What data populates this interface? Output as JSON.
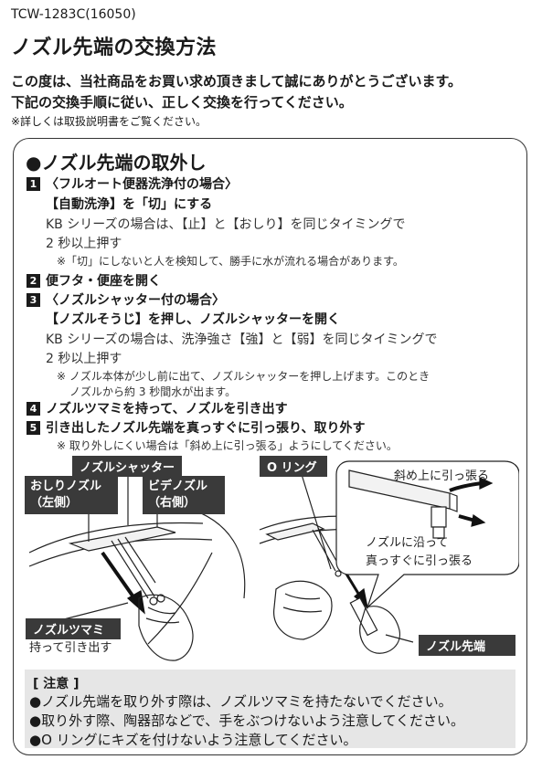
{
  "header": {
    "model": "TCW-1283C(16050)",
    "title": "ノズル先端の交換方法",
    "intro_line1": "この度は、当社商品をお買い求め頂きまして誠にありがとうございます。",
    "intro_line2": "下記の交換手順に従い、正しく交換を行ってください。",
    "intro_note": "※詳しくは取扱説明書をご覧ください。"
  },
  "section": {
    "title": "●ノズル先端の取外し",
    "steps": [
      {
        "number": "1",
        "lines": [
          "〈フルオート便器洗浄付の場合〉",
          "【自動洗浄】を「切」にする"
        ],
        "body": [
          "KB シリーズの場合は、【止】と【おしり】を同じタイミングで",
          "2 秒以上押す"
        ],
        "note": "※「切」にしないと人を検知して、勝手に水が流れる場合があります。"
      },
      {
        "number": "2",
        "lines": [
          "便フタ・便座を開く"
        ]
      },
      {
        "number": "3",
        "lines": [
          "〈ノズルシャッター付の場合〉",
          "【ノズルそうじ】を押し、ノズルシャッターを開く"
        ],
        "body": [
          "KB シリーズの場合は、洗浄強さ【強】と【弱】を同じタイミングで",
          "2 秒以上押す"
        ],
        "note_lines": [
          "※ ノズル本体が少し前に出て、ノズルシャッターを押し上げます。このとき",
          "ノズルから約 3 秒間水が出ます。"
        ]
      },
      {
        "number": "4",
        "lines": [
          "ノズルツマミを持って、ノズルを引き出す"
        ]
      },
      {
        "number": "5",
        "lines": [
          "引き出したノズル先端を真っすぐに引っ張り、取り外す"
        ],
        "note": "※ 取り外しにくい場合は「斜め上に引っ張る」ようにしてください。"
      }
    ]
  },
  "figure": {
    "labels": {
      "nozzle_shutter": "ノズルシャッター",
      "oshiri_nozzle_1": "おしりノズル",
      "oshiri_nozzle_2": "（左側）",
      "bidet_nozzle_1": "ビデノズル",
      "bidet_nozzle_2": "（右側）",
      "nozzle_knob": "ノズルツマミ",
      "hold_pull": "持って引き出す",
      "o_ring": "O リング",
      "diag_pull": "斜め上に引っ張る",
      "along_nozzle": "ノズルに沿って",
      "straight_pull": "真っすぐに引っ張る",
      "nozzle_tip": "ノズル先端"
    }
  },
  "caution": {
    "title": "[ 注意 ]",
    "items": [
      "●ノズル先端を取り外す際は、ノズルツマミを持たないでください。",
      "●取り外す際、陶器部などで、手をぶつけないよう注意してください。",
      "●O リングにキズを付けないよう注意してください。"
    ]
  }
}
